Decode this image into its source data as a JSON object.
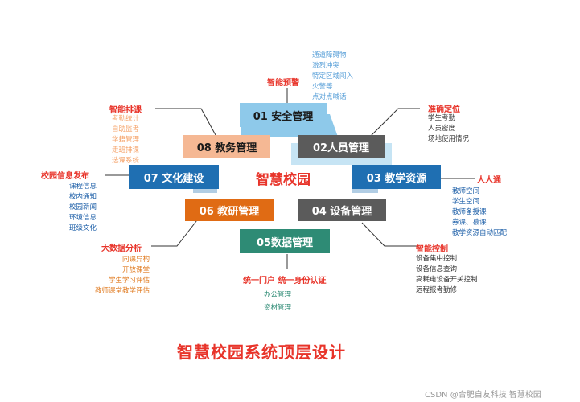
{
  "colors": {
    "red": "#e8342a",
    "blue_text": "#1d5fa8",
    "light_blue_text": "#5aa0d8",
    "orange_text": "#e07a1f",
    "dark_text": "#333333",
    "blue_block": "#1f6fb2",
    "peach_block": "#f5b894",
    "grey_block": "#5b5b5b",
    "teal_block": "#2e8b75",
    "orange_block": "#e06b14",
    "light_blue_block": "#8ec9ea"
  },
  "center_label": "智慧校园",
  "main_title": "智慧校园系统顶层设计",
  "watermark": "CSDN @合肥自友科技 智慧校园",
  "blocks": {
    "b01": "01 安全管理",
    "b02": "02人员管理",
    "b03": "03 教学资源",
    "b04": "04 设备管理",
    "b05": "05数据管理",
    "b06": "06 教研管理",
    "b07": "07 文化建设",
    "b08": "08 教务管理"
  },
  "callouts": {
    "warning": {
      "title": "智能预警",
      "items": [
        "通道障碍物",
        "激烈冲突",
        "特定区域闯入",
        "火警等",
        "点对点喊话"
      ]
    },
    "position": {
      "title": "准确定位",
      "items": [
        "学生考勤",
        "人员密度",
        "场地使用情况"
      ]
    },
    "everyone": {
      "title": "人人通",
      "items": [
        "教师空间",
        "学生空间",
        "教师备授课",
        "券课、慕课",
        "教学资源自动匹配"
      ]
    },
    "control": {
      "title": "智能控制",
      "items": [
        "设备集中控制",
        "设备信息查询",
        "高耗电设备开关控制",
        "远程报考勤修"
      ]
    },
    "portal": {
      "title": "统一门户 统一身份认证",
      "items": [
        "办公管理",
        "资材管理"
      ]
    },
    "bigdata": {
      "title": "大数据分析",
      "items": [
        "同课异构",
        "开放课堂",
        "学生学习评估",
        "教师课堂教学评估"
      ]
    },
    "campusinfo": {
      "title": "校园信息发布",
      "items": [
        "课程信息",
        "校内通知",
        "校园新闻",
        "环境信息",
        "班级文化"
      ]
    },
    "schedule": {
      "title": "智能排课",
      "items": [
        "考勤统计",
        "自助监考",
        "学籍管理",
        "走班排课",
        "选课系统"
      ]
    }
  }
}
